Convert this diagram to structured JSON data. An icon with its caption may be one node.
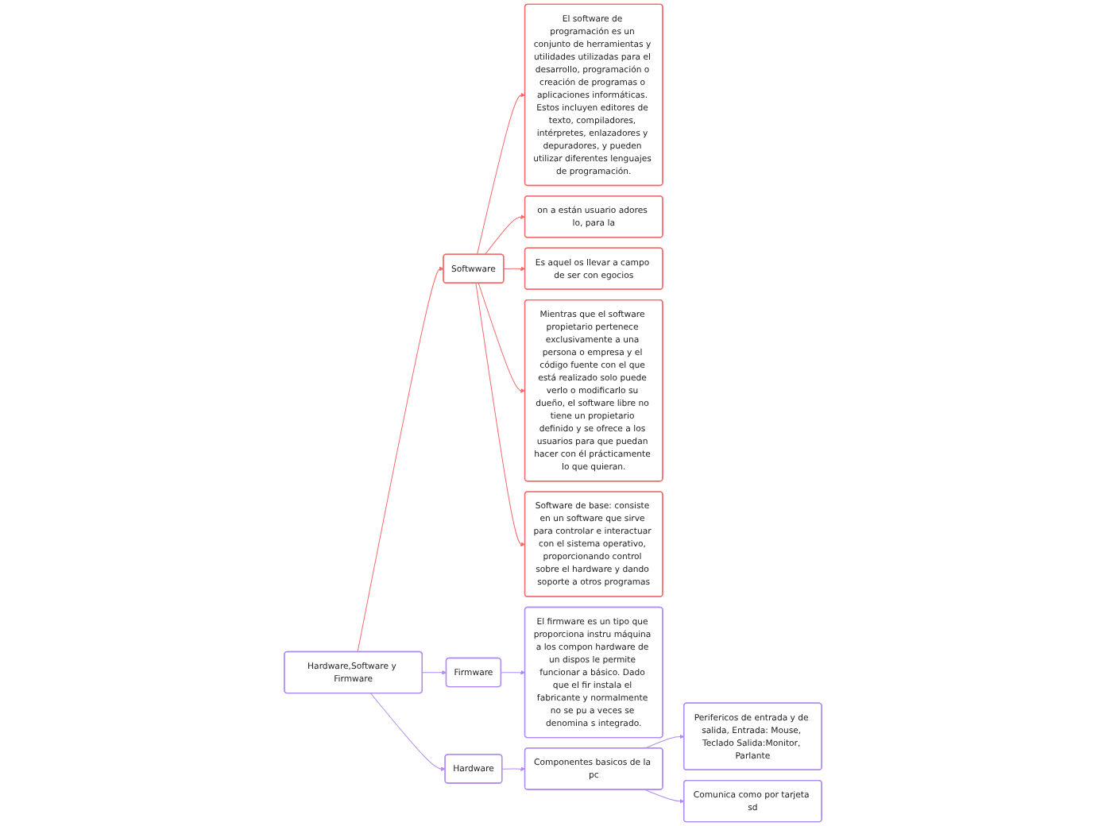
{
  "diagram": {
    "nodes": [
      {
        "text": [
          "Hardware,Software y Firmware"
        ]
      },
      {
        "text": [
          "Softwware"
        ]
      },
      {
        "text": [
          "El software de programación es un conjunto de herramientas y utilidades utilizadas para el desarrollo, programación o creación de programas o aplicaciones informáticas. Estos incluyen editores de texto, compiladores, intérpretes, enlazadores y depuradores, y pueden utilizar diferentes lenguajes de programación."
        ]
      },
      {
        "text": [
          "on a están usuario adores lo, para la"
        ]
      },
      {
        "text": [
          "Es aquel os llevar a campo de ser con egocios"
        ]
      },
      {
        "text": [
          "Mientras que el software propietario pertenece exclusivamente a una persona o empresa y el código fuente con el que está realizado solo puede verlo o modificarlo su dueño, el software libre no tiene un propietario definido y se ofrece a los usuarios para que puedan hacer con él prácticamente lo que quieran."
        ]
      },
      {
        "text": [
          "Software de base: consiste en un software que sirve para controlar e interactuar con el sistema operativo, proporcionando control sobre el hardware y dando soporte a otros programas"
        ]
      },
      {
        "text": [
          "Firmware"
        ]
      },
      {
        "text": [
          "El firmware es un tipo que proporciona instru máquina a los compon hardware de un dispos le permite funcionar a básico. Dado que el fir instala el fabricante y normalmente no se pu a veces se denomina s integrado."
        ]
      },
      {
        "text": [
          "Hardware"
        ]
      },
      {
        "text": [
          "Componentes basicos de la pc"
        ]
      },
      {
        "text": [
          "Perifericos de entrada y de salida, Entrada: Mouse, Teclado Salida:Monitor, Parlante"
        ]
      },
      {
        "text": [
          "Comunica como por tarjeta sd"
        ]
      }
    ],
    "edges": [
      {
        "from": 0,
        "to": 1,
        "arrow": "to"
      },
      {
        "from": 1,
        "to": 2,
        "arrow": "to"
      },
      {
        "from": 1,
        "to": 3,
        "arrow": "to"
      },
      {
        "from": 1,
        "to": 4,
        "arrow": "to"
      },
      {
        "from": 1,
        "to": 5,
        "arrow": "to"
      },
      {
        "from": 1,
        "to": 6,
        "arrow": "to"
      },
      {
        "from": 0,
        "to": 7,
        "arrow": "to",
        "color": "#b08cf0"
      },
      {
        "from": 7,
        "to": 8,
        "arrow": "to",
        "color": "#b08cf0"
      },
      {
        "from": 0,
        "to": 9,
        "arrow": "to",
        "color": "#b08cf0"
      },
      {
        "from": 9,
        "to": 10,
        "arrow": "to",
        "color": "#b08cf0"
      },
      {
        "from": 10,
        "to": 11,
        "arrow": "to",
        "color": "#b08cf0"
      },
      {
        "from": 10,
        "to": 12,
        "arrow": "to",
        "color": "#b08cf0"
      }
    ]
  }
}
